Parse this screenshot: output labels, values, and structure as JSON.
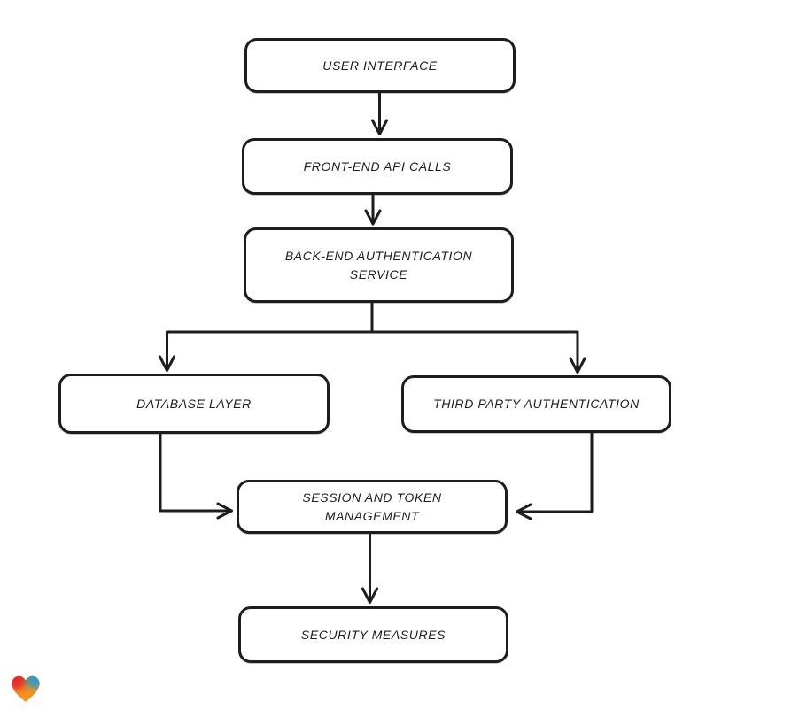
{
  "diagram": {
    "colors": {
      "stroke": "#1d1d1d",
      "background": "#ffffff"
    },
    "nodes": [
      {
        "id": "user-interface",
        "label": "USER INTERFACE"
      },
      {
        "id": "front-end-api-calls",
        "label": "FRONT-END API CALLS"
      },
      {
        "id": "back-end-authentication-service",
        "label": "BACK-END AUTHENTICATION\nSERVICE"
      },
      {
        "id": "database-layer",
        "label": "DATABASE LAYER"
      },
      {
        "id": "third-party-authentication",
        "label": "THIRD PARTY AUTHENTICATION"
      },
      {
        "id": "session-and-token-management",
        "label": "SESSION AND TOKEN\nMANAGEMENT"
      },
      {
        "id": "security-measures",
        "label": "SECURITY MEASURES"
      }
    ],
    "edges": [
      {
        "from": "user-interface",
        "to": "front-end-api-calls"
      },
      {
        "from": "front-end-api-calls",
        "to": "back-end-authentication-service"
      },
      {
        "from": "back-end-authentication-service",
        "to": "database-layer"
      },
      {
        "from": "back-end-authentication-service",
        "to": "third-party-authentication"
      },
      {
        "from": "database-layer",
        "to": "session-and-token-management"
      },
      {
        "from": "third-party-authentication",
        "to": "session-and-token-management"
      },
      {
        "from": "session-and-token-management",
        "to": "security-measures"
      }
    ],
    "logo": {
      "name": "heart-watermark",
      "colors": {
        "red": "#e8252c",
        "green": "#43a047",
        "blue": "#1f9cd8",
        "orange": "#f6921e"
      }
    }
  }
}
